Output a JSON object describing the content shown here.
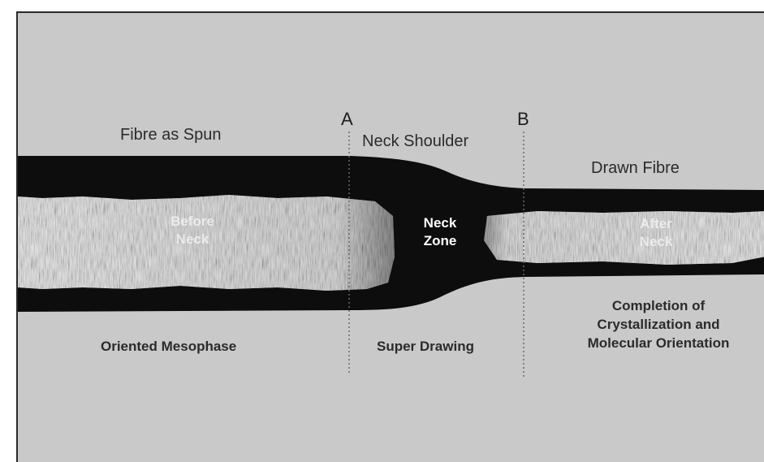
{
  "markers": {
    "a": "A",
    "b": "B"
  },
  "top_labels": {
    "fibre_as_spun": "Fibre as Spun",
    "neck_shoulder": "Neck Shoulder",
    "drawn_fibre": "Drawn Fibre"
  },
  "inner_labels": {
    "before_neck": [
      "Before",
      "Neck"
    ],
    "neck_zone": [
      "Neck",
      "Zone"
    ],
    "after_neck": [
      "After",
      "Neck"
    ]
  },
  "bottom_labels": {
    "oriented_mesophase": "Oriented Mesophase",
    "super_drawing": "Super Drawing",
    "completion": [
      "Completion of",
      "Crystallization and",
      "Molecular Orientation"
    ]
  },
  "colors": {
    "background": "#c9c9c9",
    "fibre_dark": "#0d0d0d",
    "fibre_core": "#e6e6e6",
    "text": "#2b2b2b"
  }
}
